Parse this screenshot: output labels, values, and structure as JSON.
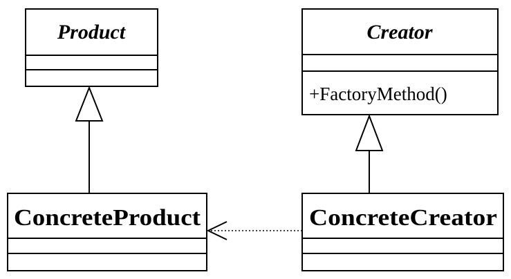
{
  "classes": {
    "product": {
      "name": "Product",
      "abstract": true,
      "attributes": [],
      "operations": []
    },
    "creator": {
      "name": "Creator",
      "abstract": true,
      "attributes": [],
      "operations": [
        "+FactoryMethod()"
      ]
    },
    "concrete_product": {
      "name": "ConcreteProduct",
      "abstract": false,
      "attributes": [],
      "operations": []
    },
    "concrete_creator": {
      "name": "ConcreteCreator",
      "abstract": false,
      "attributes": [],
      "operations": []
    }
  },
  "relations": [
    {
      "type": "generalization",
      "from": "concrete_product",
      "to": "product"
    },
    {
      "type": "generalization",
      "from": "concrete_creator",
      "to": "creator"
    },
    {
      "type": "dependency",
      "from": "concrete_creator",
      "to": "concrete_product"
    }
  ],
  "colors": {
    "line": "#000000",
    "fill": "#ffffff"
  }
}
